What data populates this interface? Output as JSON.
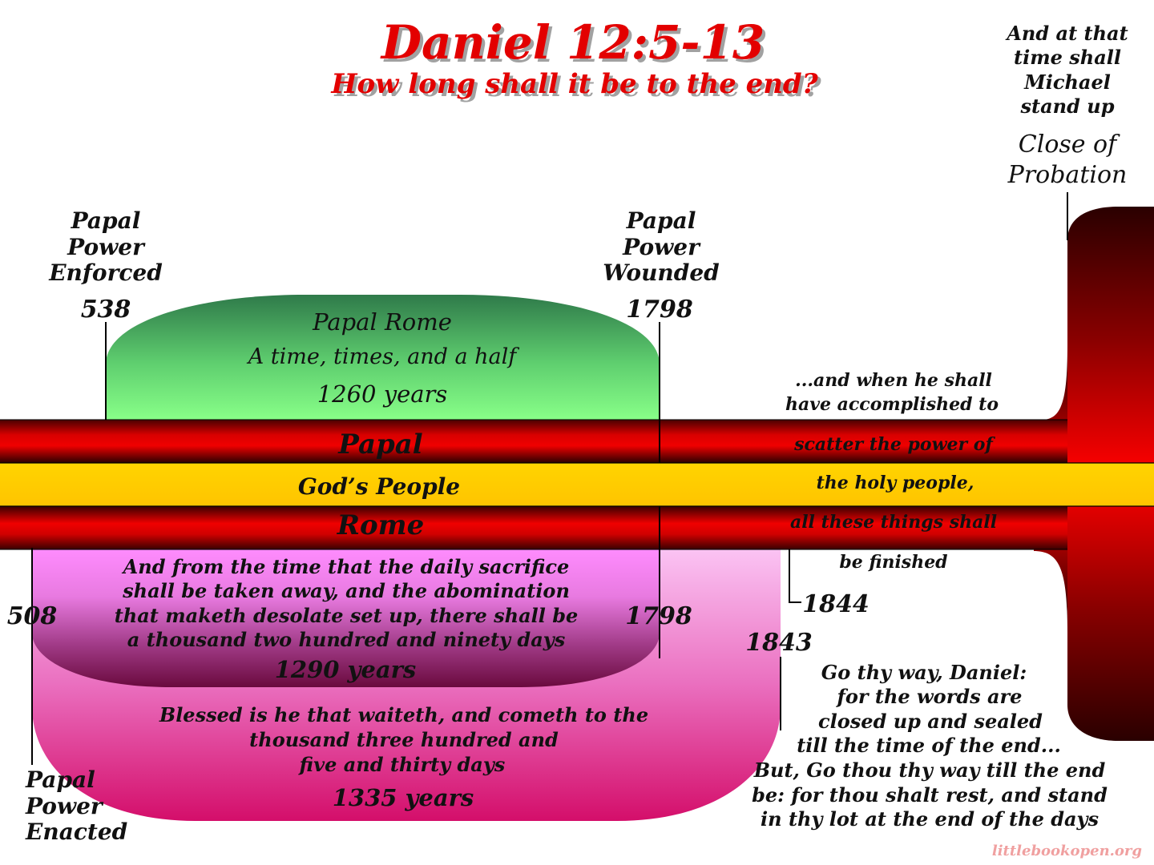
{
  "title": {
    "main": "Daniel 12:5-13",
    "sub": "How long shall it be to the end?"
  },
  "markers": {
    "enforced": {
      "lines": [
        "Papal",
        "Power",
        "Enforced"
      ],
      "year": "538"
    },
    "wounded": {
      "lines": [
        "Papal",
        "Power",
        "Wounded"
      ],
      "year": "1798"
    },
    "michael": {
      "lines": [
        "And at that",
        "time shall",
        "Michael",
        "stand up"
      ]
    },
    "close_probation": {
      "lines": [
        "Close of",
        "Probation"
      ]
    },
    "enacted": {
      "lines": [
        "Papal",
        "Power",
        "Enacted"
      ],
      "year": "508"
    },
    "year_1798_lower": "1798",
    "year_1843": "1843",
    "year_1844": "1844"
  },
  "green_period": {
    "name": "Papal Rome",
    "desc": "A time, times, and a half",
    "years": "1260 years"
  },
  "bands": {
    "papal": "Papal",
    "gods_people": "God’s People",
    "rome": "Rome"
  },
  "scatter_text": {
    "lines_above": [
      "...and when he shall",
      "have accomplished to"
    ],
    "on_papal": "scatter the power of",
    "on_people": "the holy people,",
    "on_rome": "all these things shall",
    "below": "be finished"
  },
  "purple_period": {
    "lines": [
      "And from the time that the daily sacrifice",
      "shall be taken away, and the abomination",
      "that maketh desolate set up, there shall be",
      "a thousand two hundred and ninety days"
    ],
    "years": "1290 years"
  },
  "pink_period": {
    "lines": [
      "Blessed is he that waiteth, and cometh to the",
      "thousand three hundred and",
      "five and thirty days"
    ],
    "years": "1335 years"
  },
  "go_thy_way": {
    "lines": [
      "Go thy way, Daniel:",
      "for the words are",
      "closed up and sealed",
      "till the time of the end...",
      "But, Go thou thy way till the end",
      "be: for thou shalt rest, and stand",
      "in thy lot at the end of the days"
    ]
  },
  "watermark": "littlebookopen.org",
  "colors": {
    "title_red": "#e30000",
    "green_top": "#2f7a4a",
    "green_bottom": "#80ff80",
    "band_red": "#e00000",
    "band_dark": "#3a0000",
    "people_yellow": "#ffcc00",
    "purple_top": "#ff88ff",
    "purple_bottom": "#6a0a3e",
    "pink_top": "#f7b7f0",
    "pink_bottom": "#d4106a"
  }
}
